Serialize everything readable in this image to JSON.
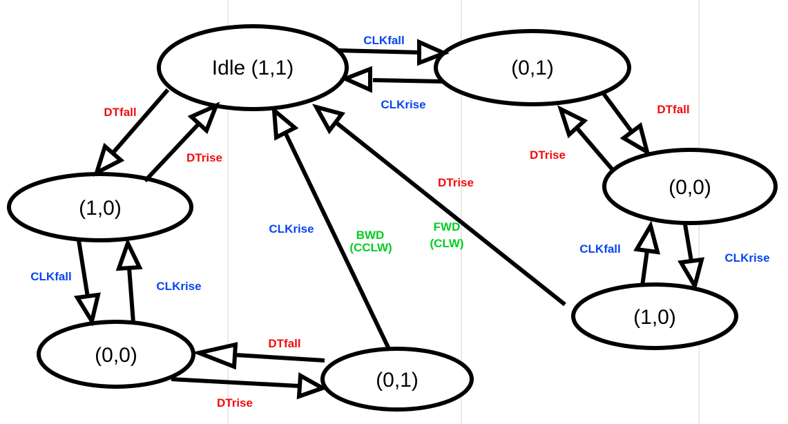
{
  "colors": {
    "blue": "#0646ee",
    "red": "#f20d0d",
    "green": "#00cd22",
    "black": "#000000"
  },
  "states": {
    "idle": "Idle (1,1)",
    "top_right": "(0,1)",
    "right": "(0,0)",
    "bottom_right": "(1,0)",
    "left": "(1,0)",
    "bottom_left": "(0,0)",
    "bottom_center": "(0,1)"
  },
  "transitions": [
    {
      "from": "idle",
      "to": "top_right",
      "label": "CLKfall",
      "color": "#0646ee"
    },
    {
      "from": "top_right",
      "to": "idle",
      "label": "CLKrise",
      "color": "#0646ee"
    },
    {
      "from": "idle",
      "to": "left",
      "label": "DTfall",
      "color": "#f20d0d"
    },
    {
      "from": "left",
      "to": "idle",
      "label": "DTrise",
      "color": "#f20d0d"
    },
    {
      "from": "left",
      "to": "bottom_left",
      "label": "CLKfall",
      "color": "#0646ee"
    },
    {
      "from": "bottom_left",
      "to": "left",
      "label": "CLKrise",
      "color": "#0646ee"
    },
    {
      "from": "bottom_center",
      "to": "bottom_left",
      "label": "DTfall",
      "color": "#f20d0d"
    },
    {
      "from": "bottom_left",
      "to": "bottom_center",
      "label": "DTrise",
      "color": "#f20d0d"
    },
    {
      "from": "bottom_center",
      "to": "idle",
      "label": "CLKrise",
      "color": "#0646ee"
    },
    {
      "from": "bottom_right",
      "to": "idle",
      "label": "DTrise",
      "color": "#f20d0d"
    },
    {
      "from": "top_right",
      "to": "right",
      "label": "DTfall",
      "color": "#f20d0d"
    },
    {
      "from": "right",
      "to": "top_right",
      "label": "DTrise",
      "color": "#f20d0d"
    },
    {
      "from": "bottom_right",
      "to": "right",
      "label": "CLKfall",
      "color": "#0646ee"
    },
    {
      "from": "right",
      "to": "bottom_right",
      "label": "CLKrise",
      "color": "#0646ee"
    }
  ],
  "annotations": {
    "bwd": {
      "line1": "BWD",
      "line2": "(CCLW)",
      "color": "#00cd22"
    },
    "fwd": {
      "line1": "FWD",
      "line2": "(CLW)",
      "color": "#00cd22"
    }
  }
}
